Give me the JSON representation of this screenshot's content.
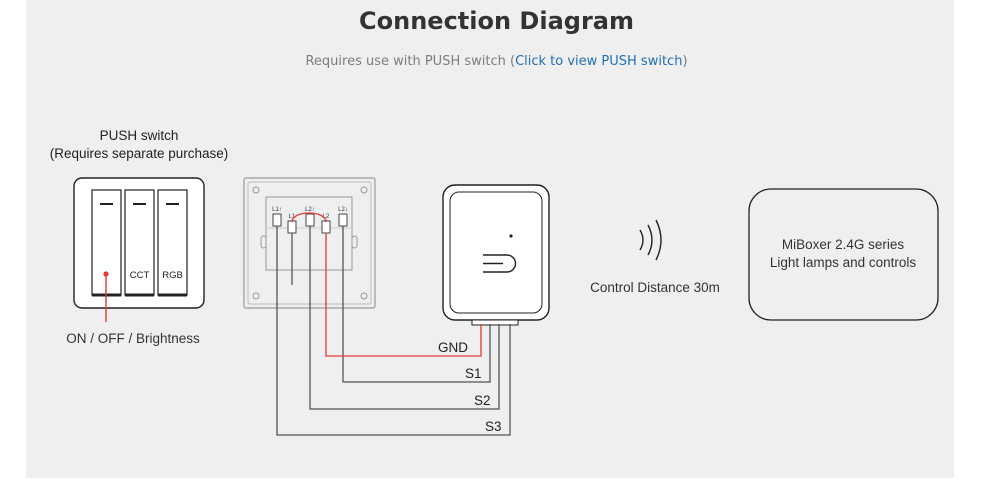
{
  "header": {
    "title": "Connection Diagram",
    "subtitle_before": "Requires use with PUSH switch (",
    "subtitle_link": "Click to view PUSH switch",
    "subtitle_after": ")"
  },
  "push_switch": {
    "title": "PUSH switch",
    "note": "(Requires separate purchase)",
    "buttons": [
      "",
      "CCT",
      "RGB"
    ],
    "function_label": "ON / OFF / Brightness"
  },
  "wall_plate": {
    "terminals": [
      "L1↑",
      "L1",
      "L2↑",
      "L2",
      "L2↓"
    ]
  },
  "wires": [
    "GND",
    "S1",
    "S2",
    "S3"
  ],
  "wireless": {
    "label": "Control Distance 30m"
  },
  "miboxer": {
    "line1": "MiBoxer 2.4G series",
    "line2": "Light lamps and controls"
  },
  "colors": {
    "background": "#efefef",
    "accent_link": "#1e6fb4",
    "gnd_wire": "#e53935",
    "line": "#555555"
  }
}
